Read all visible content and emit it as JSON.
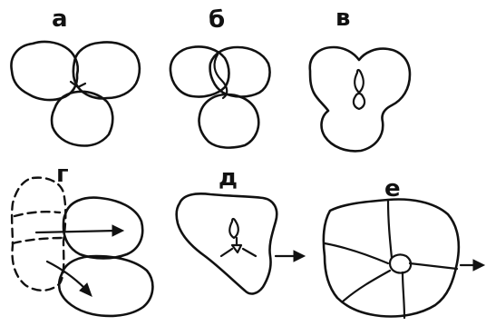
{
  "panels": [
    {
      "id": "a",
      "label": "а"
    },
    {
      "id": "b",
      "label": "б"
    },
    {
      "id": "v",
      "label": "в"
    },
    {
      "id": "g",
      "label": "г"
    },
    {
      "id": "d",
      "label": "д"
    },
    {
      "id": "e",
      "label": "е"
    }
  ],
  "colors": {
    "ink": "#111111",
    "background": "#ffffff"
  }
}
